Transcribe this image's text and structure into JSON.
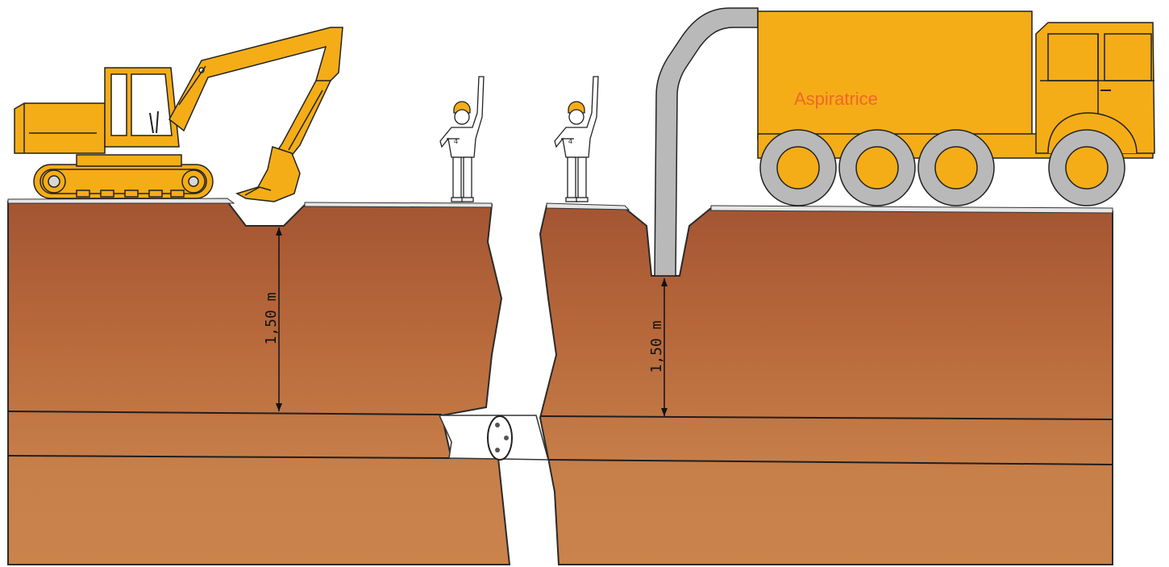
{
  "labels": {
    "truck_label": "Aspiratrice",
    "depth_left": "1,50 m",
    "depth_right": "1,50 m"
  },
  "colors": {
    "soil_upper": "#a85b33",
    "soil_lower": "#c47c47",
    "machine_yellow": "#f4ad17",
    "tyre_grey": "#b9b9b9",
    "truck_label_color": "#f0662a"
  },
  "icons": {
    "excavator": "excavator-icon",
    "truck": "vacuum-truck-icon",
    "worker": "worker-icon",
    "pipe": "pipe-icon"
  }
}
